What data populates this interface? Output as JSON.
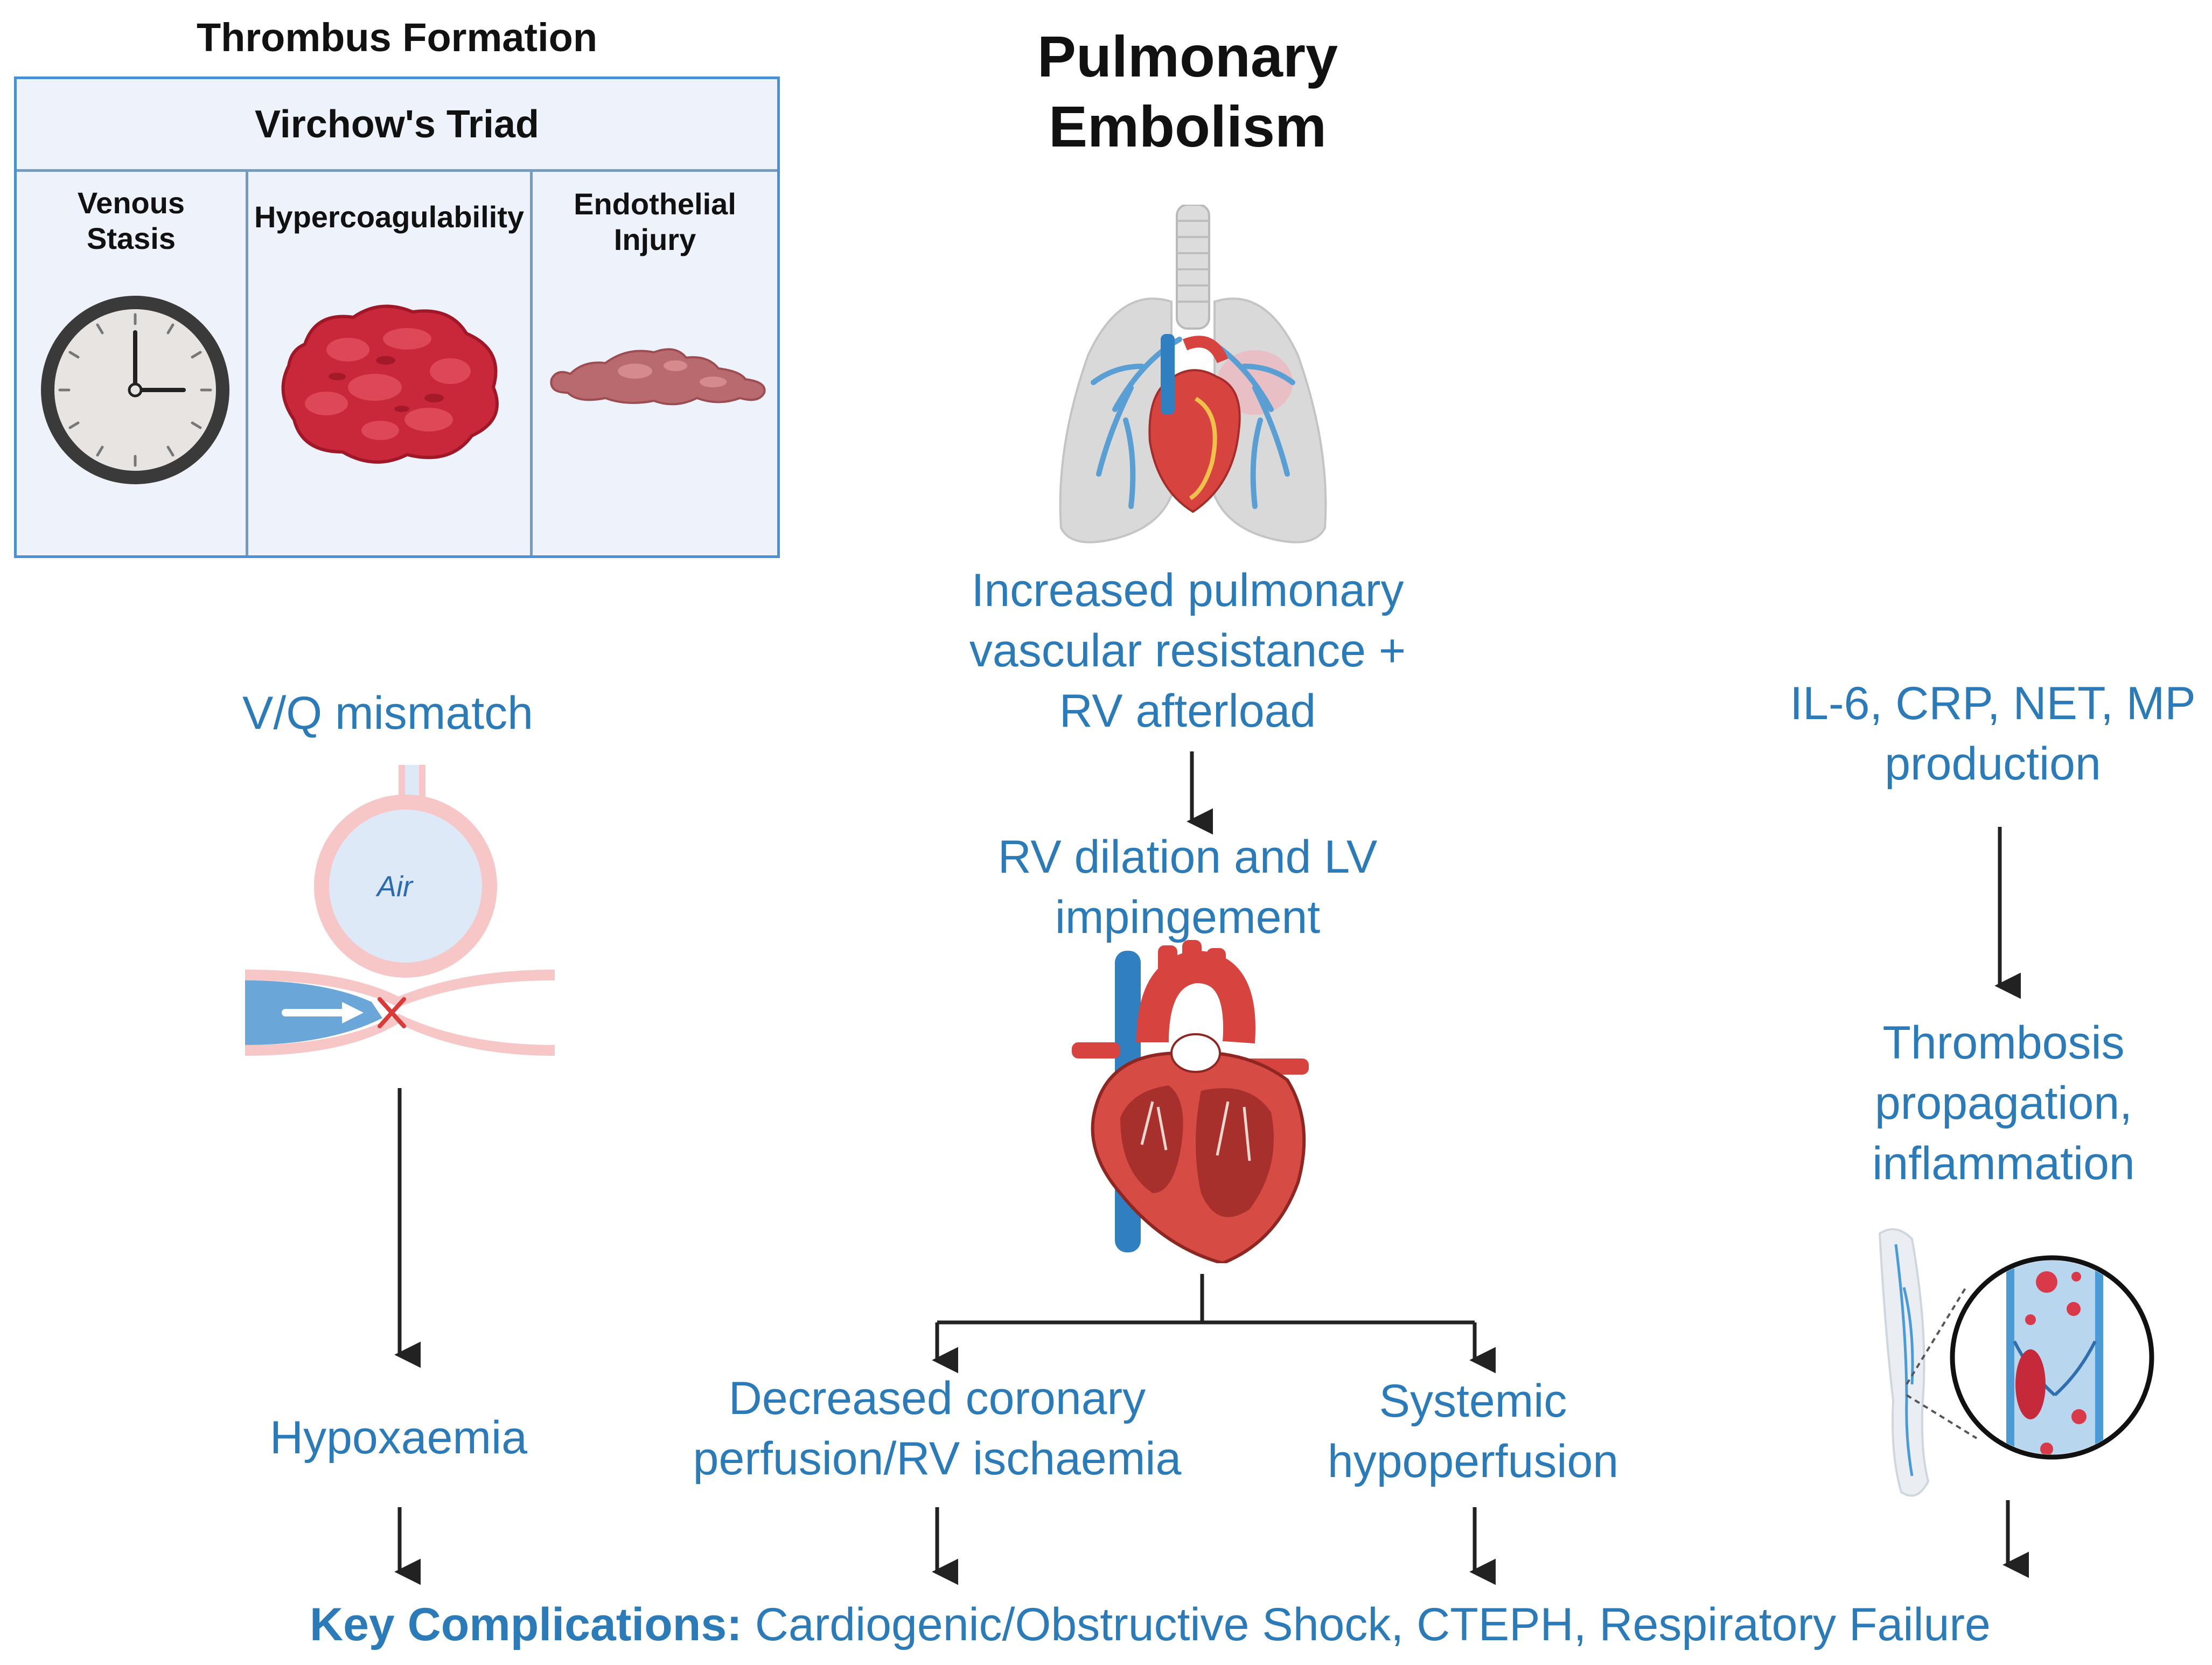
{
  "thrombus_formation": {
    "title": "Thrombus Formation",
    "triad_title": "Virchow's Triad",
    "columns": [
      {
        "label_line1": "Venous",
        "label_line2": "Stasis",
        "icon": "clock-icon"
      },
      {
        "label": "Hypercoagulability",
        "icon": "blood-clot-icon"
      },
      {
        "label_line1": "Endothelial",
        "label_line2": "Injury",
        "icon": "damaged-tissue-icon"
      }
    ]
  },
  "center": {
    "title_line1": "Pulmonary",
    "title_line2": "Embolism",
    "lungs_icon": "lungs-heart-icon",
    "step1_line1": "Increased pulmonary",
    "step1_line2": "vascular resistance +",
    "step1_line3": "RV afterload",
    "step2_line1": "RV dilation and LV",
    "step2_line2": "impingement",
    "heart_icon": "heart-cross-section-icon",
    "branch_left_line1": "Decreased coronary",
    "branch_left_line2": "perfusion/RV ischaemia",
    "branch_right_line1": "Systemic",
    "branch_right_line2": "hypoperfusion"
  },
  "left": {
    "title": "V/Q mismatch",
    "alveolus_label": "Air",
    "alveolus_icon": "alveolus-capillary-icon",
    "outcome": "Hypoxaemia"
  },
  "right": {
    "title_line1": "IL-6, CRP, NET, MP",
    "title_line2": "production",
    "outcome_line1": "Thrombosis",
    "outcome_line2": "propagation,",
    "outcome_line3": "inflammation",
    "vein_icon": "leg-vein-thrombus-icon"
  },
  "footer": {
    "key_label": "Key Complications:",
    "key_text": " Cardiogenic/Obstructive Shock, CTEPH, Respiratory Failure"
  },
  "colors": {
    "text_blue": "#2b7bb9",
    "box_border": "#4a90d9",
    "box_fill": "#eef3fb",
    "arrow": "#222222"
  }
}
